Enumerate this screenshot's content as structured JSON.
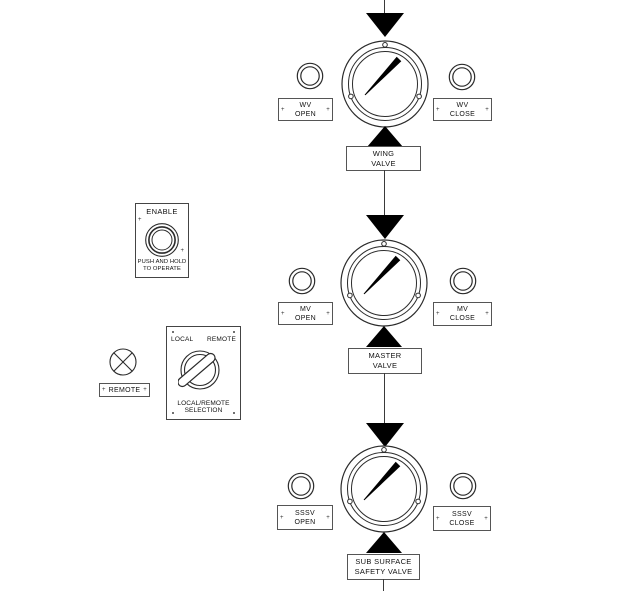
{
  "colors": {
    "background": "#ffffff",
    "line": "#2b2b2b",
    "solid_black": "#000000",
    "plate_border": "#555555"
  },
  "valves": [
    {
      "id": "wing-valve",
      "name_line1": "WING",
      "name_line2": "VALVE",
      "open_line1": "WV",
      "open_line2": "OPEN",
      "close_line1": "WV",
      "close_line2": "CLOSE"
    },
    {
      "id": "master-valve",
      "name_line1": "MASTER",
      "name_line2": "VALVE",
      "open_line1": "MV",
      "open_line2": "OPEN",
      "close_line1": "MV",
      "close_line2": "CLOSE"
    },
    {
      "id": "sub-surface-safety-valve",
      "name_line1": "SUB SURFACE",
      "name_line2": "SAFETY VALVE",
      "open_line1": "SSSV",
      "open_line2": "OPEN",
      "close_line1": "SSSV",
      "close_line2": "CLOSE"
    }
  ],
  "enable_panel": {
    "title": "ENABLE",
    "instruction_line1": "PUSH AND HOLD",
    "instruction_line2": "TO OPERATE"
  },
  "selector_panel": {
    "left_option": "LOCAL",
    "right_option": "REMOTE",
    "caption_line1": "LOCAL/REMOTE",
    "caption_line2": "SELECTION"
  },
  "remote_indicator": {
    "label": "REMOTE"
  }
}
